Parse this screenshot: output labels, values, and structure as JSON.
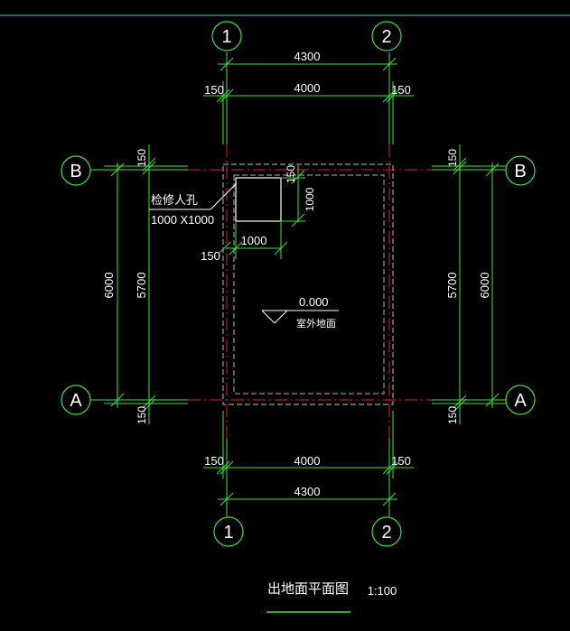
{
  "drawing": {
    "axes": {
      "col_1": "1",
      "col_2": "2",
      "row_a": "A",
      "row_b": "B"
    },
    "dims": {
      "overall_width": "4300",
      "inner_width": "4000",
      "side_offset": "150",
      "overall_height": "6000",
      "inner_height": "5700",
      "hatch_size": "1000"
    },
    "hatch_label": "检修人孔",
    "hatch_size_label": "1000 X1000",
    "elevation": "0.000",
    "elevation_note": "室外地面",
    "title": "出地面平面图",
    "scale": "1:100"
  }
}
